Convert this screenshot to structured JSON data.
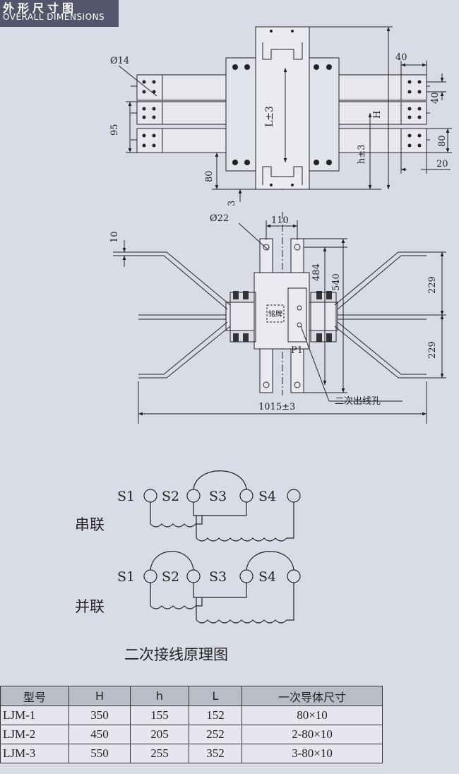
{
  "header": {
    "title": "外形尺寸图",
    "subtitle": "OVERALL DIMENSIONS"
  },
  "top_view": {
    "labels": {
      "hole": "Ø14",
      "d40a": "40",
      "d40b": "40",
      "d95": "95",
      "d80l": "80",
      "d3": "3",
      "L": "L±3",
      "H": "H",
      "h": "h±3",
      "d80r": "80",
      "d20": "20"
    }
  },
  "side_view": {
    "labels": {
      "hole": "Ø22",
      "d110": "110",
      "d10": "10",
      "d484": "484",
      "d540": "540",
      "d229a": "229",
      "d229b": "229",
      "plate": "铭牌",
      "p1": "P1",
      "width": "1015±3",
      "outlet": "二次出线孔"
    }
  },
  "wiring": {
    "series_label": "串联",
    "parallel_label": "并联",
    "terminals": [
      "S1",
      "S2",
      "S3",
      "S4"
    ],
    "caption": "二次接线原理图"
  },
  "table": {
    "headers": [
      "型号",
      "H",
      "h",
      "L",
      "一次导体尺寸"
    ],
    "rows": [
      [
        "LJM-1",
        "350",
        "155",
        "152",
        "80×10"
      ],
      [
        "LJM-2",
        "450",
        "205",
        "252",
        "2-80×10"
      ],
      [
        "LJM-3",
        "550",
        "255",
        "352",
        "3-80×10"
      ]
    ]
  }
}
